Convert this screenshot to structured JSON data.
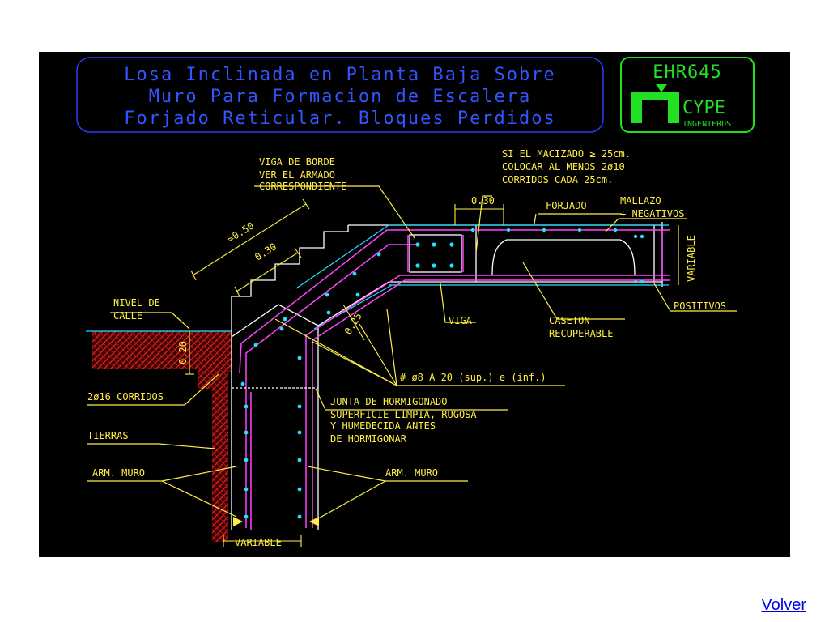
{
  "slide": {
    "back_link": "Volver"
  },
  "title_block": {
    "lines": [
      "Losa Inclinada en Planta Baja Sobre",
      "Muro Para Formacion de Escalera",
      "Forjado Reticular. Bloques Perdidos"
    ]
  },
  "logo": {
    "code": "EHR645",
    "brand": "CYPE",
    "sub": "INGENIEROS"
  },
  "labels": {
    "viga_borde": [
      "VIGA DE BORDE",
      "VER EL ARMADO",
      "CORRESPONDIENTE"
    ],
    "macizado": [
      "SI EL MACIZADO ≥ 25cm.",
      "COLOCAR AL MENOS 2ø10",
      "CORRIDOS CADA 25cm."
    ],
    "dim_030_top": "0.30",
    "forjado": "FORJADO",
    "mallazo": [
      "MALLAZO",
      "+ NEGATIVOS"
    ],
    "variable_right": "VARIABLE",
    "dim_050": "≃0.50",
    "dim_030_diag": "0.30",
    "dim_025": "0.25",
    "nivel_calle": [
      "NIVEL DE",
      "CALLE"
    ],
    "viga": "VIGA",
    "caseton": [
      "CASETON",
      "RECUPERABLE"
    ],
    "positivos": "POSITIVOS",
    "dim_020": "0.20",
    "armado_malla": "# ø8 A 20 (sup.) e (inf.)",
    "corridos_16": "2ø16 CORRIDOS",
    "junta": [
      "JUNTA DE HORMIGONADO",
      "SUPERFICIE LIMPIA, RUGOSA",
      "Y HUMEDECIDA ANTES",
      "DE HORMIGONAR"
    ],
    "tierras": "TIERRAS",
    "arm_muro_left": "ARM. MURO",
    "arm_muro_right": "ARM. MURO",
    "variable_bottom": "VARIABLE"
  },
  "colors": {
    "background": "#000000",
    "title_border": "#2a3cff",
    "title_text": "#3355ff",
    "logo": "#22e022",
    "concrete": "#ffffff",
    "rebar": "#ff44ff",
    "rebar_dots": "#22e0ff",
    "leader": "#ffee44",
    "ground_hatch": "#d42020",
    "cyan_line": "#22e0ff"
  }
}
